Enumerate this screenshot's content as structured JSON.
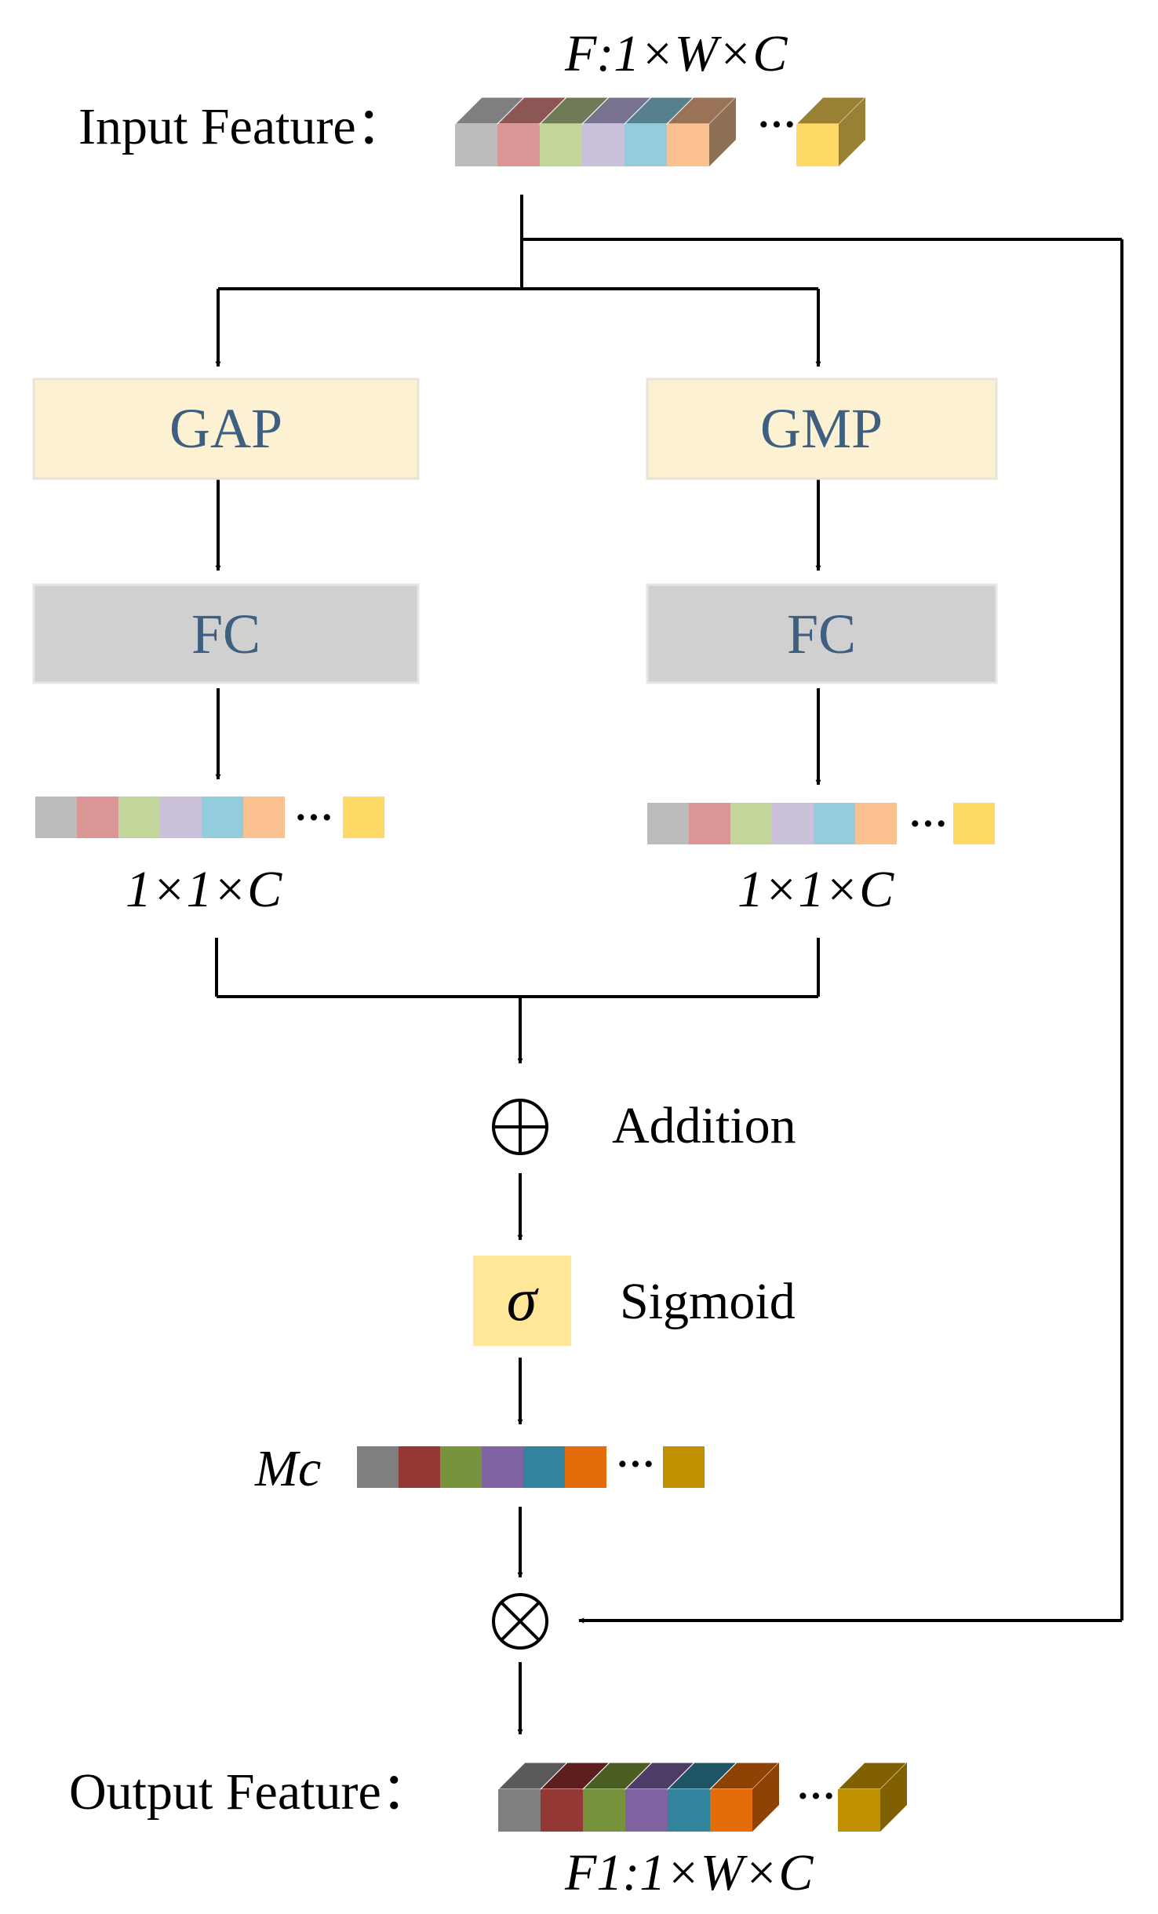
{
  "labels": {
    "input_label": "Input Feature：",
    "input_shape": "F:1×W×C",
    "left_shape": "1×1×C",
    "right_shape": "1×1×C",
    "addition_label": "Addition",
    "sigmoid_label": "Sigmoid",
    "sigma": "σ",
    "mc_label": "Mc",
    "output_label": "Output Feature：",
    "output_shape": "F1:1×W×C",
    "ellipsis": "···"
  },
  "blocks": {
    "gap": "GAP",
    "gmp": "GMP",
    "fc_left": "FC",
    "fc_right": "FC"
  },
  "colors": {
    "pastel": [
      "#bcbcbc",
      "#d99694",
      "#c3d69b",
      "#ccc1da",
      "#93cddd",
      "#fac090",
      "#ffd966"
    ],
    "pastel_top": [
      "#7f7f7f",
      "#8c5654",
      "#6e7b56",
      "#7a7390",
      "#55808c",
      "#9a7258",
      "#998032"
    ],
    "pastel_side": "#8e7054",
    "saturated": [
      "#7f7f7f",
      "#953735",
      "#77933c",
      "#8064a2",
      "#31849b",
      "#e46c0a",
      "#bf9000"
    ],
    "saturated_top": [
      "#5a5a5a",
      "#5c1f1d",
      "#4a5e24",
      "#4d3c66",
      "#1d5564",
      "#8e4304",
      "#806000"
    ],
    "saturated_side": "#8e4304",
    "gap_fill": "#fdf1d3",
    "fc_fill": "#d0d0d0",
    "sigmoid_fill": "#ffe699",
    "block_text": "#3f5f80"
  }
}
